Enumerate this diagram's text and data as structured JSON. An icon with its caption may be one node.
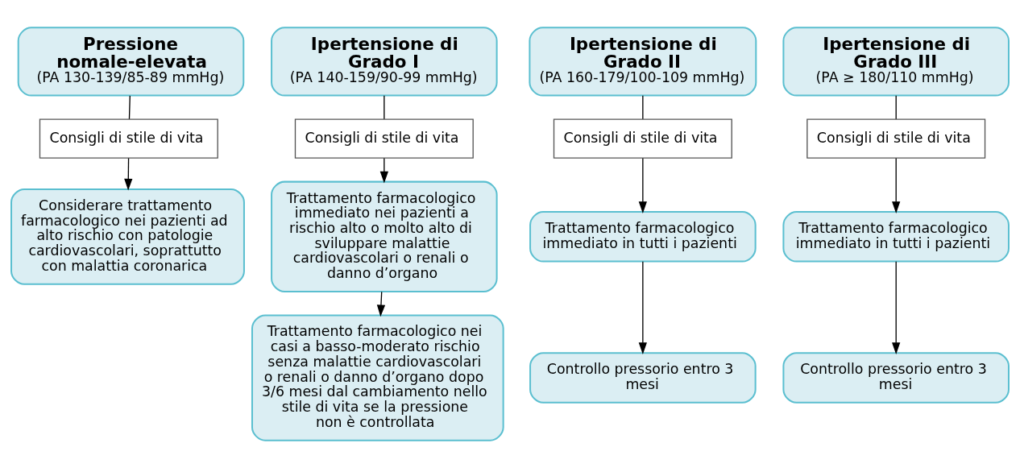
{
  "diagram": {
    "nodes": [
      {
        "text": [
          "Pressione nomale-elevata",
          "(PA 130-139/85-89 mmHg)"
        ]
      },
      {
        "text": [
          "Consigli di stile di vita"
        ]
      },
      {
        "text": [
          "Considerare trattamento farmacologico nei pazienti ad alto rischio con patologie cardiovascolari, soprattutto con malattia coronarica"
        ]
      },
      {
        "text": [
          "Ipertensione di Grado I",
          "(PA 140-159/90-99 mmHg)"
        ]
      },
      {
        "text": [
          "Consigli di stile di vita"
        ]
      },
      {
        "text": [
          "Trattamento farmacologico immediato nei pazienti a rischio alto o molto alto di sviluppare malattie cardiovascolari o renali o danno d’organo"
        ]
      },
      {
        "text": [
          "Trattamento farmacologico nei casi a basso-moderato rischio senza malattie cardiovascolari o renali o danno d’organo dopo 3/6 mesi dal cambiamento nello stile di vita se la pressione non è controllata"
        ]
      },
      {
        "text": [
          "Ipertensione di Grado II",
          "(PA 160-179/100-109 mmHg)"
        ]
      },
      {
        "text": [
          "Consigli di stile di vita"
        ]
      },
      {
        "text": [
          "Trattamento farmacologico immediato in tutti i pazienti"
        ]
      },
      {
        "text": [
          "Controllo pressorio entro 3 mesi"
        ]
      },
      {
        "text": [
          "Ipertensione di Grado III",
          "(PA ≥ 180/110 mmHg)"
        ]
      },
      {
        "text": [
          "Consigli di stile di vita"
        ]
      },
      {
        "text": [
          "Trattamento farmacologico immediato in tutti i pazienti"
        ]
      },
      {
        "text": [
          "Controllo pressorio entro 3 mesi"
        ]
      }
    ],
    "edges": [
      {
        "from": 0,
        "to": 1,
        "arrow": "none"
      },
      {
        "from": 1,
        "to": 2,
        "arrow": "to"
      },
      {
        "from": 3,
        "to": 4,
        "arrow": "none"
      },
      {
        "from": 4,
        "to": 5,
        "arrow": "to"
      },
      {
        "from": 5,
        "to": 6,
        "arrow": "to"
      },
      {
        "from": 7,
        "to": 8,
        "arrow": "none"
      },
      {
        "from": 8,
        "to": 9,
        "arrow": "to"
      },
      {
        "from": 9,
        "to": 10,
        "arrow": "to"
      },
      {
        "from": 11,
        "to": 12,
        "arrow": "none"
      },
      {
        "from": 12,
        "to": 13,
        "arrow": "to"
      },
      {
        "from": 13,
        "to": 14,
        "arrow": "to"
      }
    ]
  }
}
